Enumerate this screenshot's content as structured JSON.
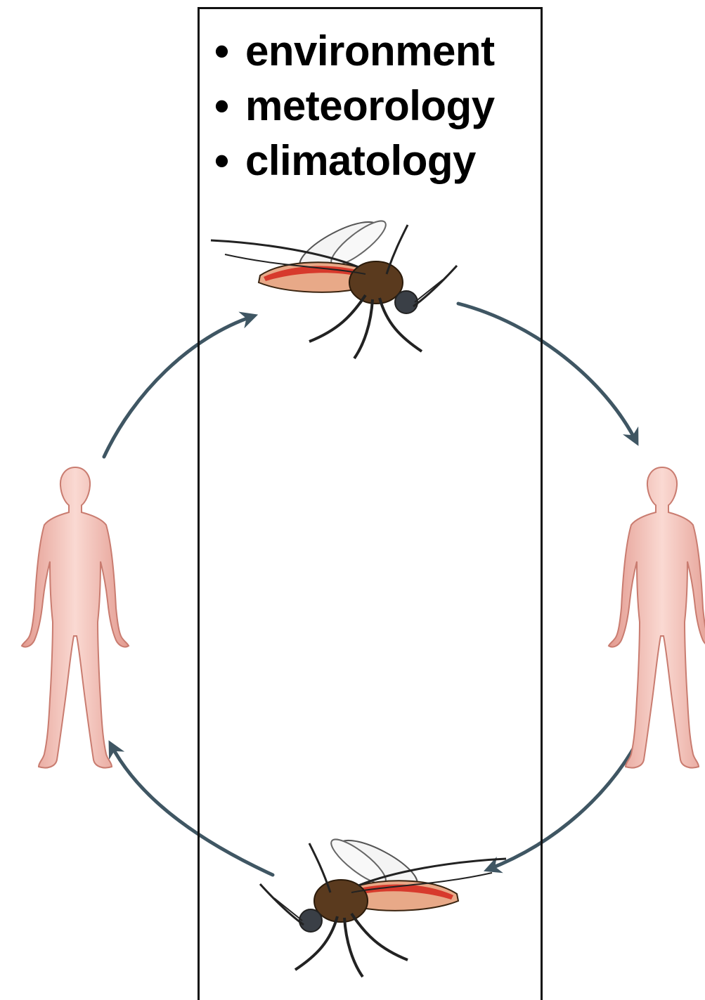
{
  "bullets": [
    "environment",
    "meteorology",
    "climatology"
  ],
  "colors": {
    "arrow": "#3f5663",
    "skin": "#eeb0a6",
    "skin_light": "#f9ddd7",
    "skin_outline": "#c97c70",
    "mosquito_body": "#5a3a1e",
    "mosquito_red": "#d73a2c",
    "mosquito_wing": "#f2f2f2",
    "box_border": "#111111"
  },
  "icons": [
    "mosquito-icon",
    "human-icon",
    "cycle-arrow-icon"
  ]
}
